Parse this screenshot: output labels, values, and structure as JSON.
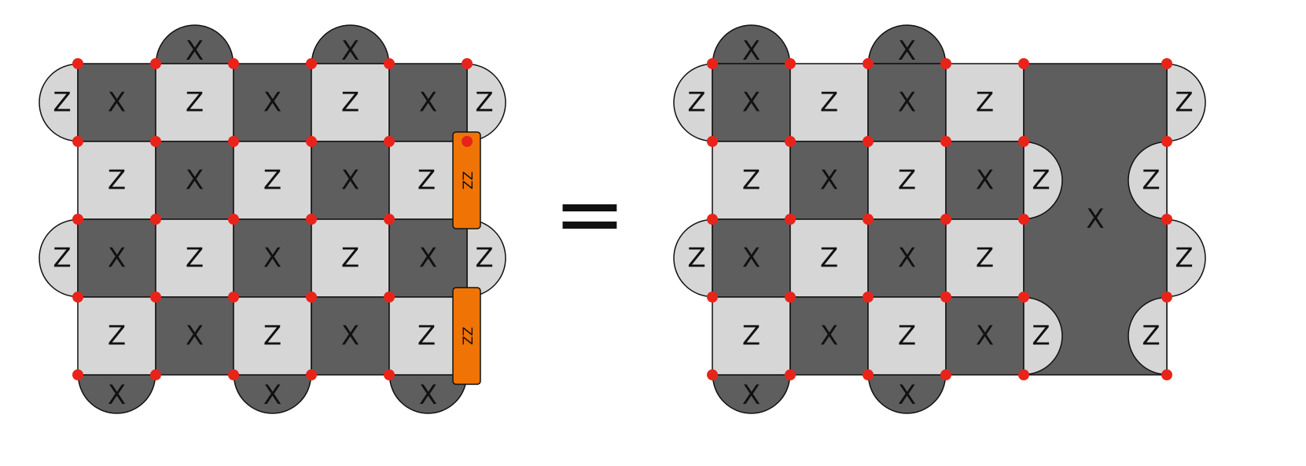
{
  "colors": {
    "x_face": "#5e5e5e",
    "z_face": "#d6d6d6",
    "qubit": "#e8241a",
    "zz_bar": "#f07306",
    "outline": "#111111"
  },
  "labels": {
    "x": "X",
    "z": "Z",
    "zz": "ZZ",
    "equals": "="
  },
  "left_panel": {
    "grid": [
      [
        "X",
        "Z",
        "X",
        "Z",
        "X"
      ],
      [
        "Z",
        "X",
        "Z",
        "X",
        "Z"
      ],
      [
        "X",
        "Z",
        "X",
        "Z",
        "X"
      ],
      [
        "Z",
        "X",
        "Z",
        "X",
        "Z"
      ]
    ],
    "boundary_top": [
      "X",
      "X"
    ],
    "boundary_bottom": [
      "X",
      "X",
      "X"
    ],
    "boundary_left": [
      "Z",
      "Z"
    ],
    "boundary_right": [
      "Z",
      "Z"
    ],
    "zz_merges": [
      "ZZ",
      "ZZ"
    ]
  },
  "right_panel": {
    "grid": [
      [
        "X",
        "Z",
        "X",
        "Z"
      ],
      [
        "Z",
        "X",
        "Z",
        "X"
      ],
      [
        "X",
        "Z",
        "X",
        "Z"
      ],
      [
        "Z",
        "X",
        "Z",
        "X"
      ]
    ],
    "merged_face": "X",
    "boundary_top": [
      "X",
      "X"
    ],
    "boundary_bottom": [
      "X",
      "X"
    ],
    "boundary_left": [
      "Z",
      "Z"
    ],
    "boundary_right": [
      "Z",
      "Z"
    ],
    "inner_boundary_left": [
      "Z",
      "Z"
    ],
    "inner_boundary_right": [
      "Z",
      "Z"
    ]
  }
}
